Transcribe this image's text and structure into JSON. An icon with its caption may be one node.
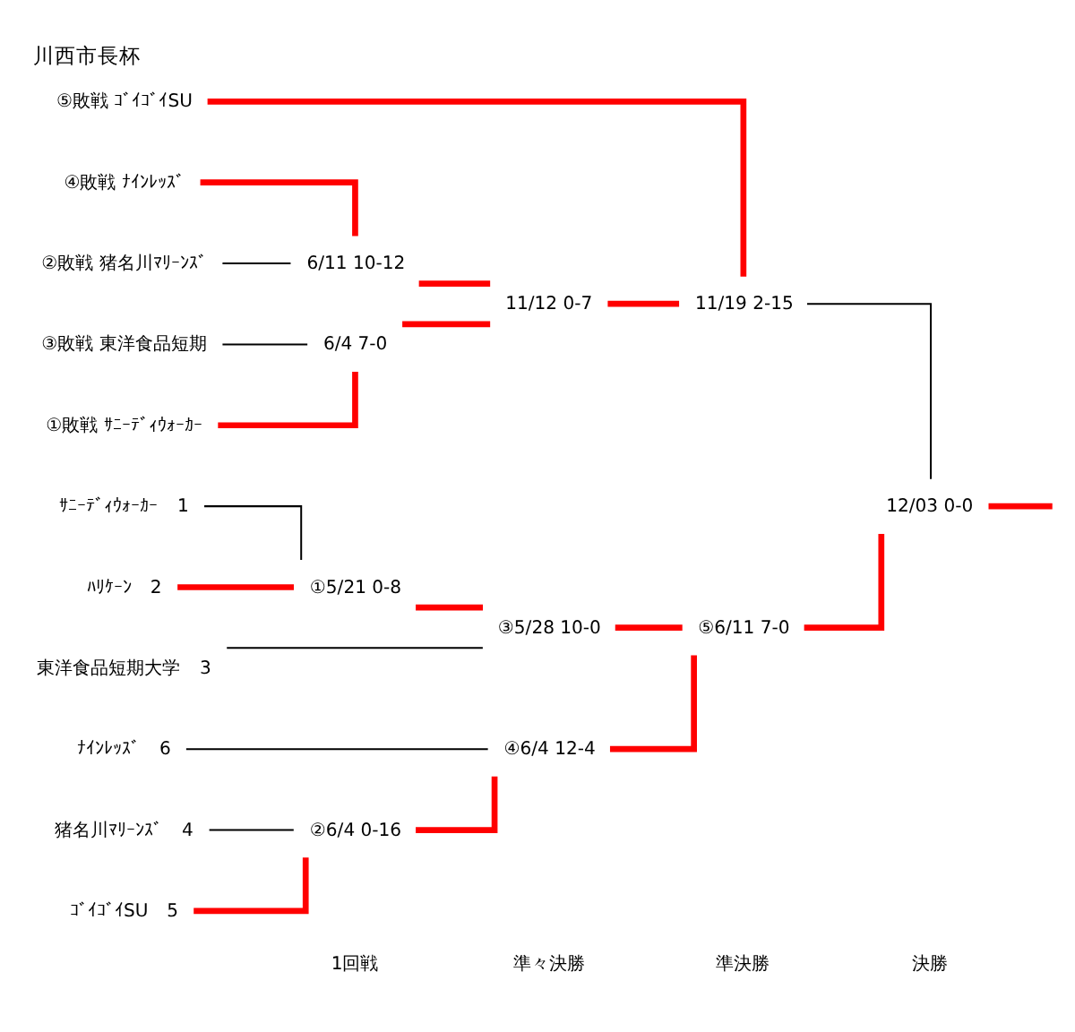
{
  "diagram": {
    "title": "川西市長杯",
    "nodes": [
      {
        "text": [
          "ｻﾆｰﾃﾞｨｳｫｰｶｰ"
        ],
        "beside": [
          "1"
        ]
      },
      {
        "text": [
          "ﾊﾘｹｰﾝ"
        ],
        "beside": [
          "2"
        ]
      },
      {
        "text": [
          "東洋食品短期大学"
        ],
        "beside": [
          "3"
        ]
      },
      {
        "text": [
          "猪名川ﾏﾘｰﾝｽﾞ"
        ],
        "beside": [
          "4"
        ]
      },
      {
        "text": [
          "ｺﾞｲｺﾞｲSU"
        ],
        "beside": [
          "5"
        ]
      },
      {
        "text": [
          "ﾅｲﾝﾚｯｽﾞ"
        ],
        "beside": [
          "6"
        ]
      },
      {
        "text": [
          "①5/21 0-8"
        ]
      },
      {
        "text": [
          "③5/28 10-0"
        ]
      },
      {
        "text": [
          "②6/4 0-16"
        ]
      },
      {
        "text": [
          "④6/4 12-4"
        ]
      },
      {
        "text": [
          "⑤6/11 7-0"
        ]
      },
      {
        "text": [
          "①敗戦 ｻﾆｰﾃﾞｨｳｫｰｶｰ"
        ]
      },
      {
        "text": [
          "③敗戦 東洋食品短期"
        ]
      },
      {
        "text": [
          "②敗戦 猪名川ﾏﾘｰﾝｽﾞ"
        ]
      },
      {
        "text": [
          "④敗戦 ﾅｲﾝﾚｯｽﾞ"
        ]
      },
      {
        "text": [
          "⑤敗戦 ｺﾞｲｺﾞｲSU"
        ]
      },
      {
        "text": [
          "6/4 7-0"
        ]
      },
      {
        "text": [
          "6/11 10-12"
        ]
      },
      {
        "text": [
          "11/12 0-7"
        ]
      },
      {
        "text": [
          "11/19 2-15"
        ]
      },
      {
        "text": [
          "12/03 0-0"
        ]
      }
    ],
    "edges": [
      {
        "from": 0,
        "to": 6,
        "arrow": "none",
        "color": "#000000"
      },
      {
        "from": 1,
        "to": 6,
        "arrow": "none"
      },
      {
        "from": 6,
        "to": 7,
        "arrow": "none"
      },
      {
        "from": 2,
        "to": 7,
        "arrow": "none",
        "color": "#000000"
      },
      {
        "from": 3,
        "to": 8,
        "arrow": "none",
        "color": "#000000"
      },
      {
        "from": 4,
        "to": 8,
        "arrow": "none"
      },
      {
        "from": 8,
        "to": 9,
        "arrow": "none"
      },
      {
        "from": 5,
        "to": 9,
        "arrow": "none",
        "color": "#000000"
      },
      {
        "from": 7,
        "to": 10,
        "arrow": "none"
      },
      {
        "from": 9,
        "to": 10,
        "arrow": "none"
      },
      {
        "from": 10,
        "to": 20,
        "arrow": "none"
      },
      {
        "from": 11,
        "to": 16,
        "arrow": "none"
      },
      {
        "from": 12,
        "to": 16,
        "arrow": "none",
        "color": "#000000"
      },
      {
        "from": 13,
        "to": 17,
        "arrow": "none",
        "color": "#000000"
      },
      {
        "from": 14,
        "to": 17,
        "arrow": "none"
      },
      {
        "from": 16,
        "to": 18,
        "arrow": "none"
      },
      {
        "from": 17,
        "to": 18,
        "arrow": "none"
      },
      {
        "from": 18,
        "to": 19,
        "arrow": "none"
      },
      {
        "from": 15,
        "to": 19,
        "arrow": "none"
      },
      {
        "from": 19,
        "to": 20,
        "arrow": "none",
        "color": "#000000"
      },
      {
        "from": 20,
        "to": null,
        "arrow": "none"
      }
    ],
    "labels": [
      "1回戦",
      "準々決勝",
      "準決勝",
      "決勝"
    ]
  }
}
